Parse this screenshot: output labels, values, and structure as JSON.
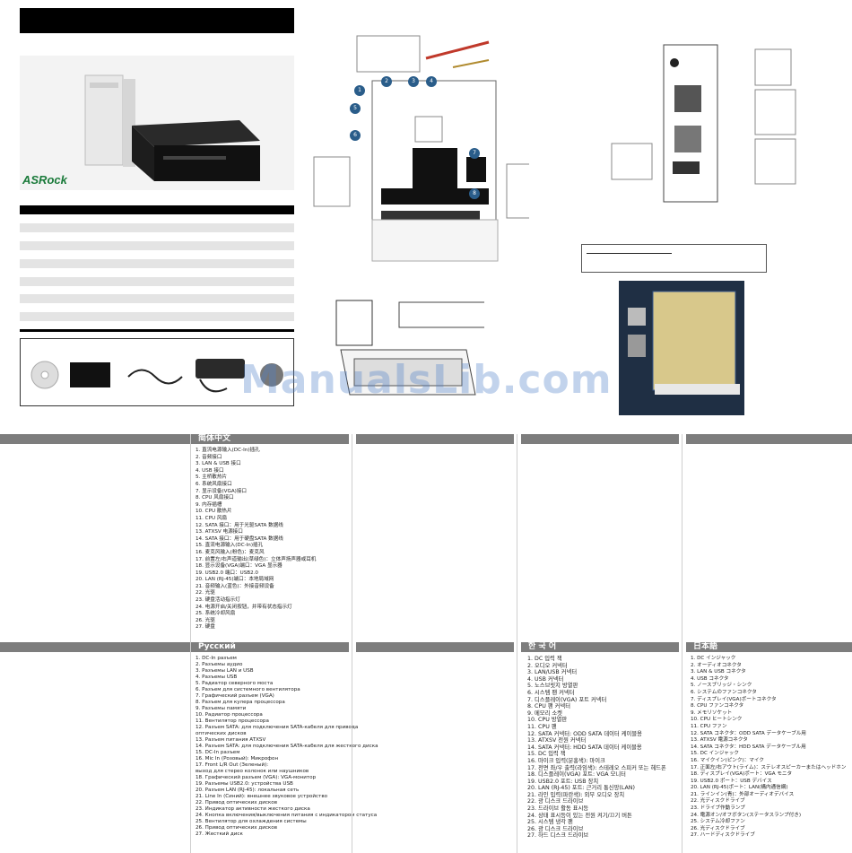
{
  "brand": {
    "logo": "ASRock"
  },
  "watermark": "ManualsLib.com",
  "panels": [
    {
      "id": "english",
      "header": "",
      "items": []
    },
    {
      "id": "chinese",
      "header": "简体中文",
      "items": [
        "1. 直流电源输入(DC-In)插孔",
        "2. 音频接口",
        "3. LAN & USB 接口",
        "4. USB 接口",
        "5. 主桥散热片",
        "6. 系统风扇接口",
        "7. 显示设备(VGA)接口",
        "8. CPU 风扇接口",
        "9. 内存插槽",
        "10. CPU 散热片",
        "11. CPU 风扇",
        "12. SATA 接口：用于光驱SATA 数据线",
        "13. ATXSV 电源接口",
        "14. SATA 接口：用于硬盘SATA 数据线",
        "15. 直流电源输入(DC-In)插孔",
        "16. 麦克风输入(粉色)：麦克风",
        "17. 前置左/右声道输出(草绿色)：立体声扬声器或耳机",
        "18. 显示设备(VGA)端口：VGA 显示器",
        "19. USB2.0 端口：USB2.0",
        "20. LAN (RJ-45)端口：本地局域网",
        "21. 音频输入(蓝色)：外接音频设备",
        "22. 光驱",
        "23. 硬盘活动指示灯",
        "24. 电源开启/关闭按钮，并带有状态指示灯",
        "25. 系统冷却风扇",
        "26. 光驱",
        "27. 硬盘"
      ]
    },
    {
      "id": "blank3",
      "header": "",
      "items": []
    },
    {
      "id": "blank4",
      "header": "",
      "items": []
    },
    {
      "id": "blank5",
      "header": "",
      "items": []
    },
    {
      "id": "blank6",
      "header": "",
      "items": []
    },
    {
      "id": "russian",
      "header": "Русский",
      "items": [
        "1. DC-In разъем",
        "2. Разъемы аудио",
        "3. Разъемы LAN и USB",
        "4. Разъемы USB",
        "5. Радиатор северного моста",
        "6. Разъем для системного вентилятора",
        "7. Графический разъем (VGA)",
        "8. Разъем для кулера процессора",
        "9. Разъемы памяти",
        "10. Радиатор процессора",
        "11. Вентилятор процессора",
        "12. Разъем SATA: для подключения SATA-кабеля для привода",
        "оптических дисков",
        "13. Разъем питания ATXSV",
        "14. Разъем SATA: для подключения SATA-кабеля для жесткого диска",
        "15. DC-In разъем",
        "16. Mic In (Розовый): Микрофон",
        "17. Front L/R Out (Зеленый):",
        "выход для стерео колонок или наушников",
        "18. Графический разъем (VGA): VGA-монитор",
        "19. Разъемы USB2.0: устройства USB",
        "20. Разъем LAN (RJ-45): локальная сеть",
        "21. Line In (Синий): внешнее звуковое устройство",
        "22. Привод оптических дисков",
        "23. Индикатор активности жесткого диска",
        "24. Кнопка включения/выключения питания с индикатором статуса",
        "25. Вентилятор для охлаждения системы",
        "26. Привод оптических дисков",
        "27. Жесткий диск"
      ]
    },
    {
      "id": "blank8",
      "header": "",
      "items": []
    },
    {
      "id": "korean",
      "header": "한 국 어",
      "items": [
        "1. DC 입력 잭",
        "2. 오디오 커넥터",
        "3. LAN/USB 커넥터",
        "4. USB 커넥터",
        "5. 노스브릿지 방열판",
        "6. 시스템 팬 커넥터",
        "7. 디스플레이(VGA) 포트 커넥터",
        "8. CPU 팬 커넥터",
        "9. 메모리 소켓",
        "10. CPU 방열판",
        "11. CPU 팬",
        "12. SATA 커넥터: ODD SATA 데이터 케이블용",
        "13. ATXSV 전원 커넥터",
        "14. SATA 커넥터: HDD SATA 데이터 케이블용",
        "15. DC 입력 잭",
        "16. 마이크 입력(분홍색): 마이크",
        "17. 전면 좌/우 출력(라임색): 스테레오 스피커 또는 헤드폰",
        "18. 디스플레이(VGA) 포트: VGA 모니터",
        "19. USB2.0 포트: USB 장치",
        "20. LAN (RJ-45) 포트: 근거리 통신망(LAN)",
        "21. 라인 입력(파란색): 외부 오디오 장치",
        "22. 광 디스크 드라이브",
        "23. 드라이브 활동 표시등",
        "24. 상태 표시등이 있는 전원 켜기/끄기 버튼",
        "25. 시스템 냉각 팬",
        "26. 광 디스크 드라이브",
        "27. 하드 디스크 드라이브"
      ]
    },
    {
      "id": "japanese",
      "header": "日本語",
      "items": [
        "1. DC インジャック",
        "2. オーディオコネクタ",
        "3. LAN & USB コネクタ",
        "4. USB コネクタ",
        "5. ノースブリッジ・シンク",
        "6. システムのファンコネクタ",
        "7. ディスプレイ(VGA)ポートコネクタ",
        "8. CPU ファンコネクタ",
        "9. メモリソケット",
        "10. CPU ヒートシンク",
        "11. CPU ファン",
        "12. SATA コネクタ：ODD SATA データケーブル用",
        "13. ATXSV 電源コネクタ",
        "14. SATA コネクタ：HDD SATA データケーブル用",
        "15. DC インジャック",
        "16. マイクイン(ピンク)：マイク",
        "17. 正面左/右アウト(ライム)：ステレオスピーカーまたはヘッドホン",
        "18. ディスプレイ(VGA)ポート：VGA モニタ",
        "19. USB2.0 ポート：USB デバイス",
        "20. LAN (RJ-45)ポート：LAN(構内通信網)",
        "21. ラインイン(青)：外部オーディオデバイス",
        "22. 光ディスクドライブ",
        "23. ドライブ作動ランプ",
        "24. 電源オン/オフボタン(ステータスランプ付き)",
        "25. システム冷却ファン",
        "26. 光ディスクドライブ",
        "27. ハードディスクドライブ"
      ]
    }
  ]
}
